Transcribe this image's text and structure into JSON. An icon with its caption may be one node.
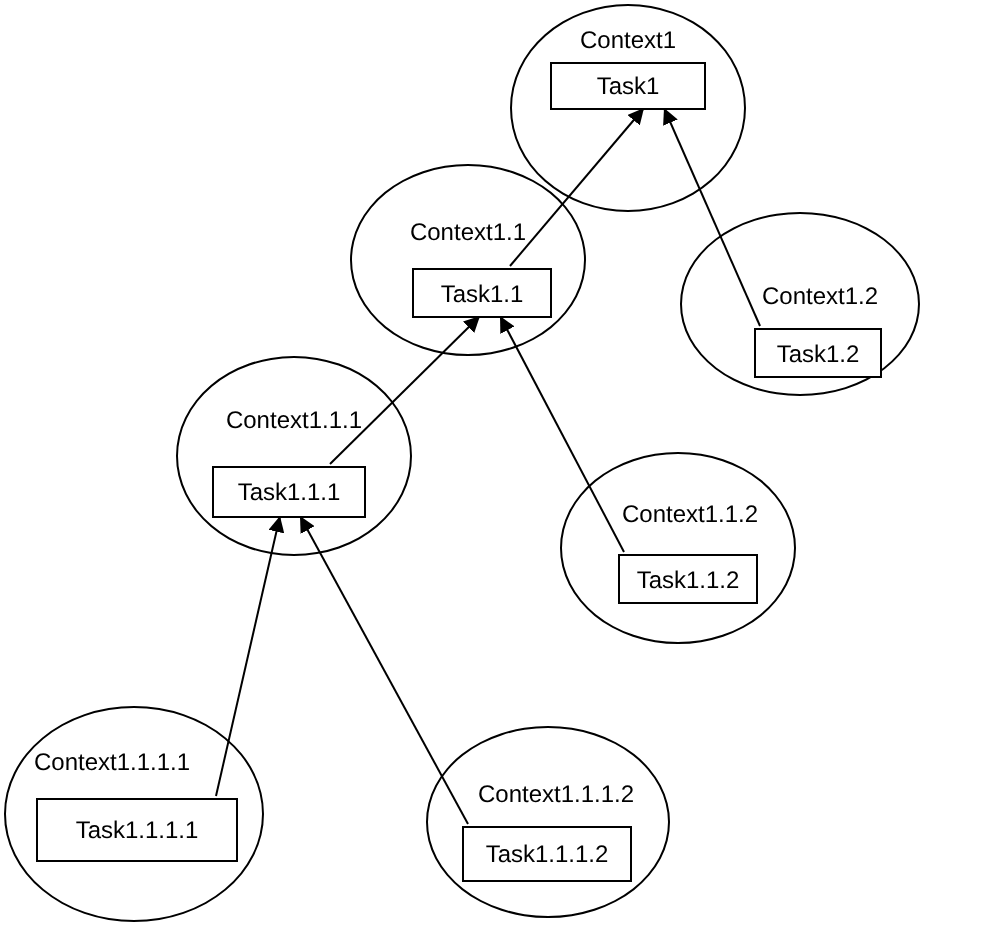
{
  "diagram": {
    "nodes": [
      {
        "text": [
          "Context1"
        ]
      },
      {
        "text": [
          "Task1"
        ],
        "in": 0
      },
      {
        "text": [
          "Context1.1"
        ]
      },
      {
        "text": [
          "Task1.1"
        ],
        "in": 2
      },
      {
        "text": [
          "Context1.2"
        ]
      },
      {
        "text": [
          "Task1.2"
        ],
        "in": 4
      },
      {
        "text": [
          "Context1.1.1"
        ]
      },
      {
        "text": [
          "Task1.1.1"
        ],
        "in": 6
      },
      {
        "text": [
          "Context1.1.2"
        ]
      },
      {
        "text": [
          "Task1.1.2"
        ],
        "in": 8
      },
      {
        "text": [
          "Context1.1.1.1"
        ]
      },
      {
        "text": [
          "Task1.1.1.1"
        ],
        "in": 10
      },
      {
        "text": [
          "Context1.1.1.2"
        ]
      },
      {
        "text": [
          "Task1.1.1.2"
        ],
        "in": 12
      }
    ],
    "edges": [
      {
        "from": 3,
        "to": 1,
        "arrow": "to"
      },
      {
        "from": 5,
        "to": 1,
        "arrow": "to"
      },
      {
        "from": 7,
        "to": 3,
        "arrow": "to"
      },
      {
        "from": 9,
        "to": 3,
        "arrow": "to"
      },
      {
        "from": 11,
        "to": 7,
        "arrow": "to"
      },
      {
        "from": 13,
        "to": 7,
        "arrow": "to"
      }
    ]
  }
}
